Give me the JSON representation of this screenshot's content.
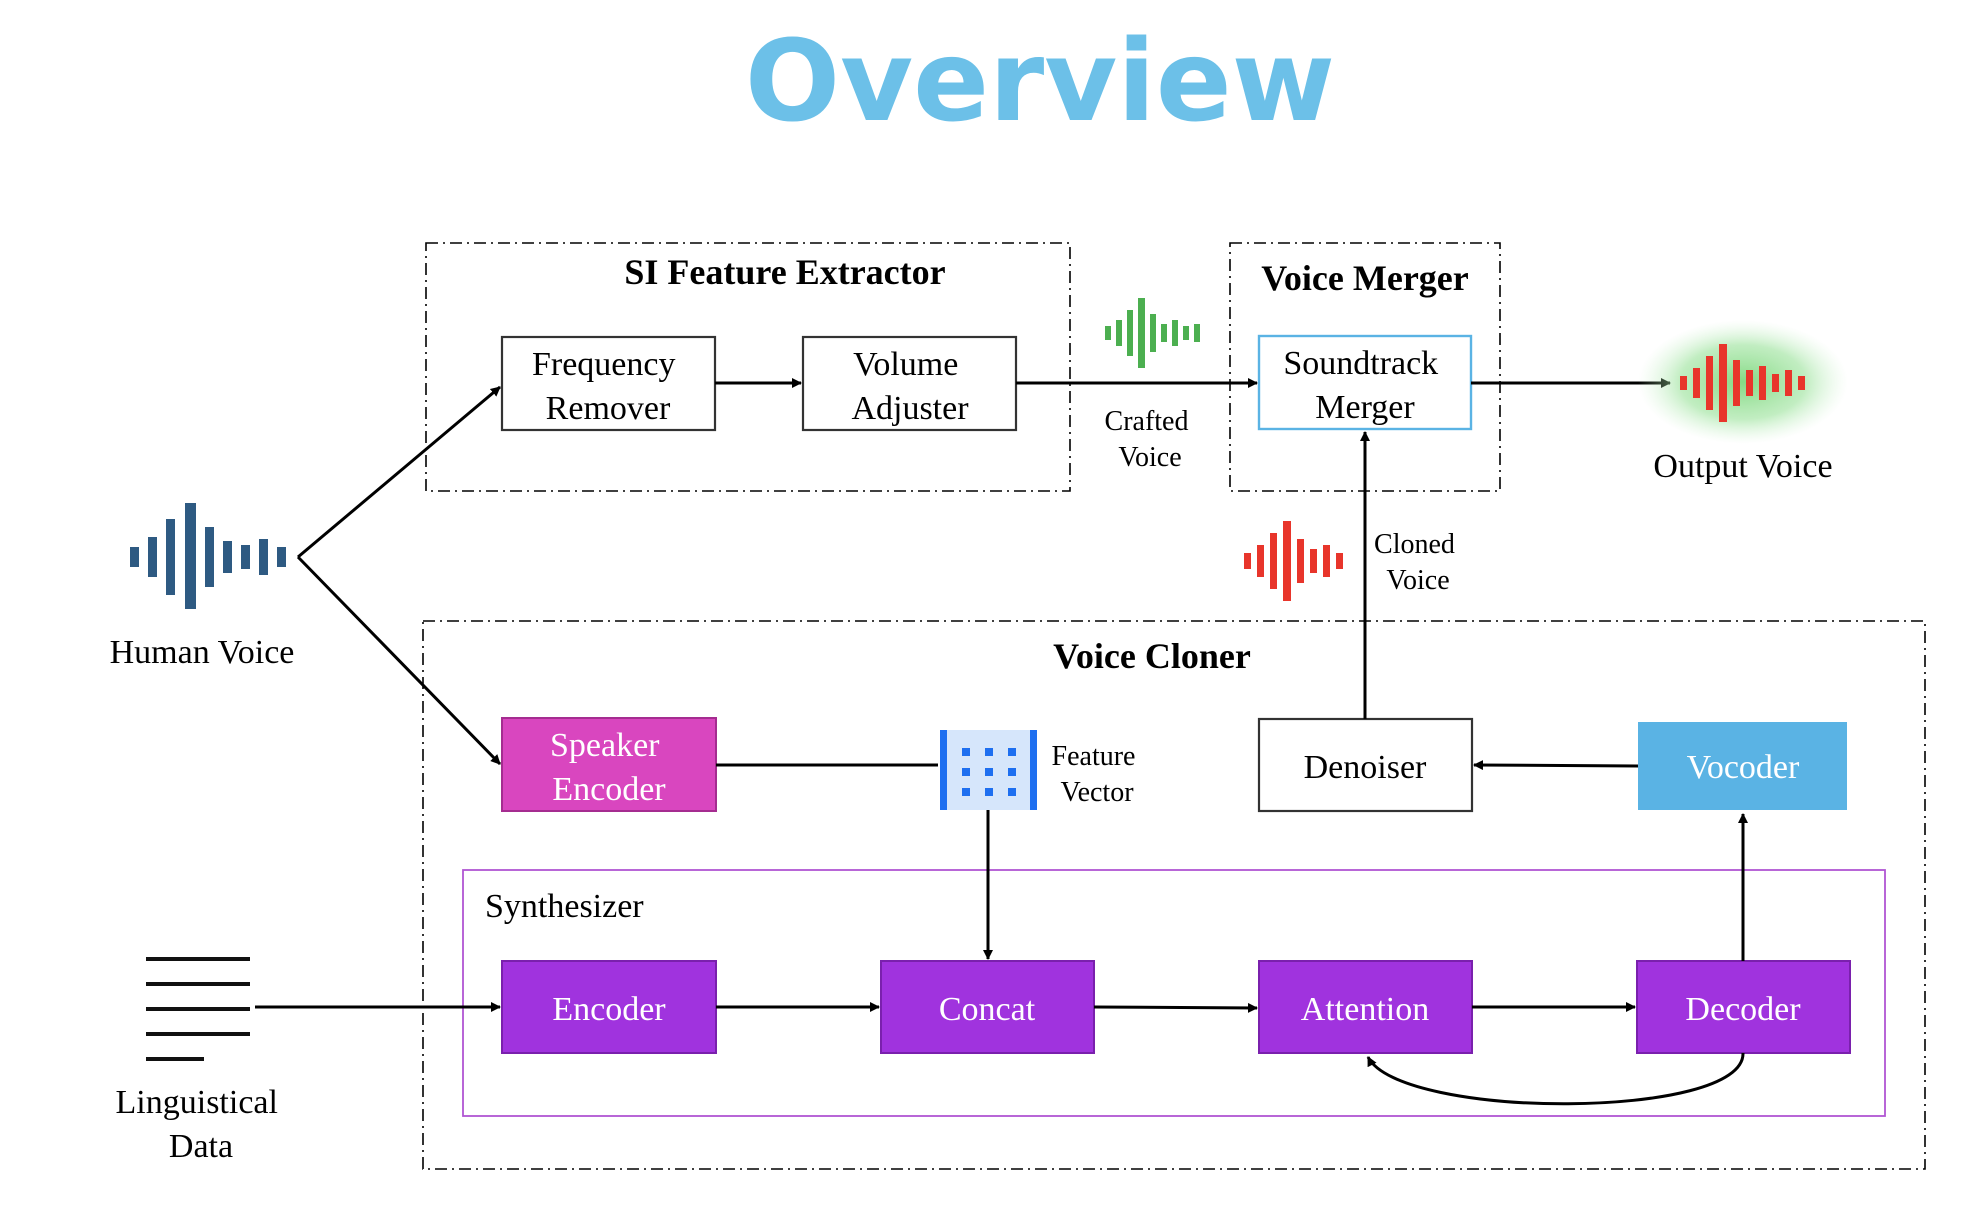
{
  "title": "Overview",
  "colors": {
    "title": "#6cc0e8",
    "pink": "#d946bf",
    "purple": "#a033de",
    "sky": "#5ab3e4",
    "navy": "#2e5a82",
    "green": "#4caf50",
    "red": "#e8352b",
    "boundary_purple": "#b056d3",
    "feature_blue": "#1e6ff0"
  },
  "groups": {
    "si_extractor": "SI Feature Extractor",
    "voice_merger": "Voice Merger",
    "voice_cloner": "Voice Cloner",
    "synthesizer": "Synthesizer"
  },
  "nodes": {
    "frequency_remover": [
      "Frequency",
      "Remover"
    ],
    "volume_adjuster": [
      "Volume",
      "Adjuster"
    ],
    "soundtrack_merger": [
      "Soundtrack",
      "Merger"
    ],
    "speaker_encoder": [
      "Speaker",
      "Encoder"
    ],
    "denoiser": "Denoiser",
    "vocoder": "Vocoder",
    "encoder": "Encoder",
    "concat": "Concat",
    "attention": "Attention",
    "decoder": "Decoder"
  },
  "labels": {
    "human_voice": "Human Voice",
    "linguistical_data": [
      "Linguistical",
      "Data"
    ],
    "crafted_voice": [
      "Crafted",
      "Voice"
    ],
    "output_voice": "Output Voice",
    "cloned_voice": [
      "Cloned",
      "Voice"
    ],
    "feature_vector": [
      "Feature",
      "Vector"
    ]
  },
  "icons": {
    "human_voice": "waveform-icon",
    "crafted_voice": "waveform-icon",
    "cloned_voice": "waveform-icon",
    "output_voice": "waveform-icon",
    "linguistical_data": "text-lines-icon",
    "feature_vector": "feature-grid-icon"
  }
}
